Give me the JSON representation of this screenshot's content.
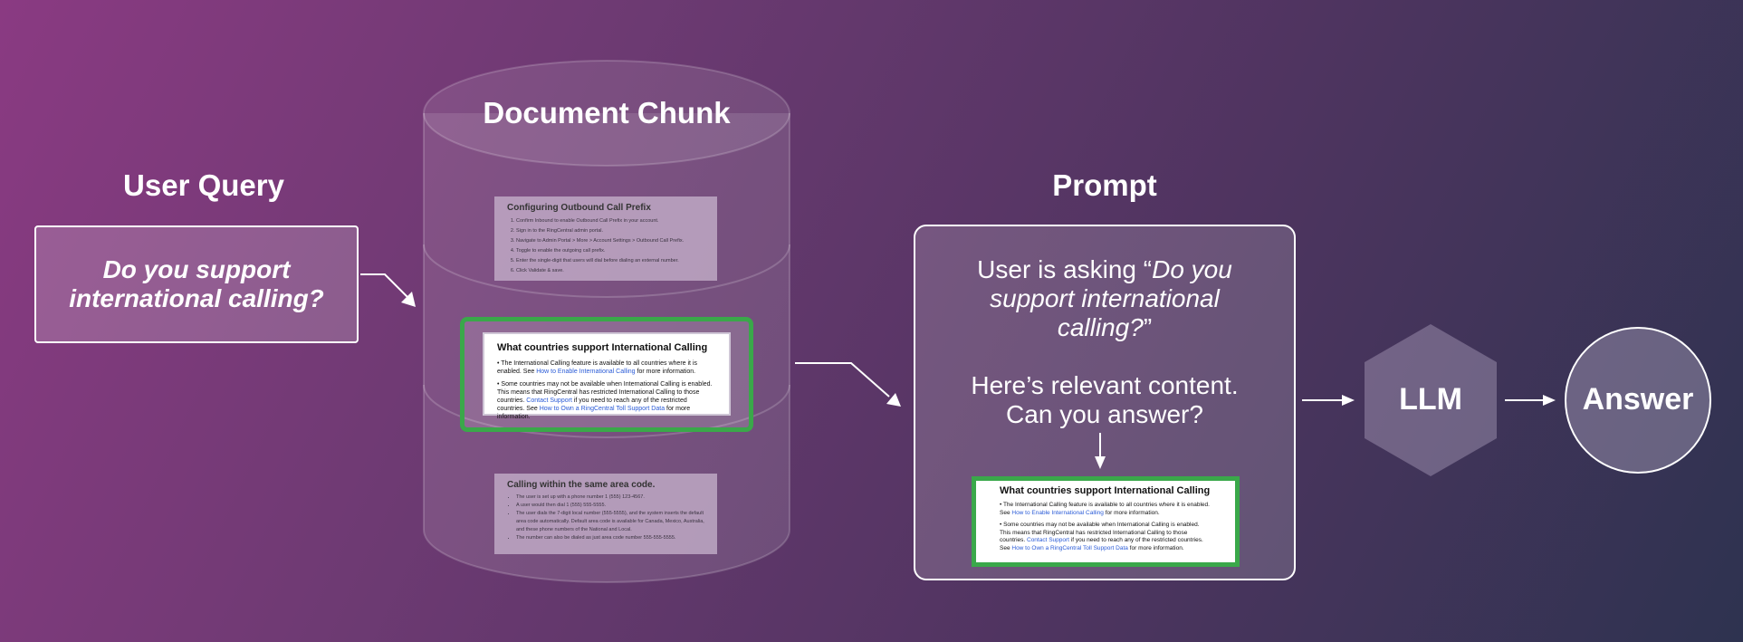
{
  "headings": {
    "user_query": "User Query",
    "document_chunk": "Document Chunk",
    "prompt": "Prompt"
  },
  "query_text": "Do you support international calling?",
  "prompt": {
    "asking_prefix": "User is asking “",
    "asking_question": "Do you support international calling?",
    "asking_suffix": "”",
    "relevant": "Here’s relevant content. Can you answer?"
  },
  "chunk_top": {
    "title": "Configuring Outbound Call Prefix",
    "items": [
      "Confirm Inbound to enable Outbound Call Prefix in your account.",
      "Sign in to the RingCentral admin portal.",
      "Navigate to Admin Portal > More > Account Settings > Outbound Call Prefix.",
      "Toggle to enable the outgoing call prefix.",
      "Enter the single-digit that users will dial before dialing an external number.",
      "Click Validate & save."
    ]
  },
  "chunk_middle": {
    "title": "What countries support International Calling",
    "p1_text": "• The International Calling feature is available to all countries where it is enabled. See ",
    "p1_link": "How to Enable International Calling",
    "p1_end": " for more information.",
    "p2_text": "• Some countries may not be available when International Calling is enabled. This means that RingCentral has restricted International Calling to those countries. ",
    "p2_link1": "Contact Support",
    "p2_mid": " if you need to reach any of the restricted countries. See ",
    "p2_link2": "How to Own a RingCentral Toll Support Data",
    "p2_end": " for more information."
  },
  "chunk_bottom": {
    "title": "Calling within the same area code.",
    "items": [
      "The user is set up with a phone number 1 (555) 123-4567.",
      "A user would then dial 1 (555) 555-5555.",
      "The user dials the 7-digit local number (555-5555), and the system inserts the default area code automatically. Default area code is available for Canada, Mexico, Australia, and these phone numbers of the National and Local.",
      "The number can also be dialed as just area code number 555-555-5555."
    ]
  },
  "nodes": {
    "llm": "LLM",
    "answer": "Answer"
  },
  "colors": {
    "highlight_border": "#3aa84a",
    "cylinder_fill": "rgba(255,255,255,0.12)"
  }
}
